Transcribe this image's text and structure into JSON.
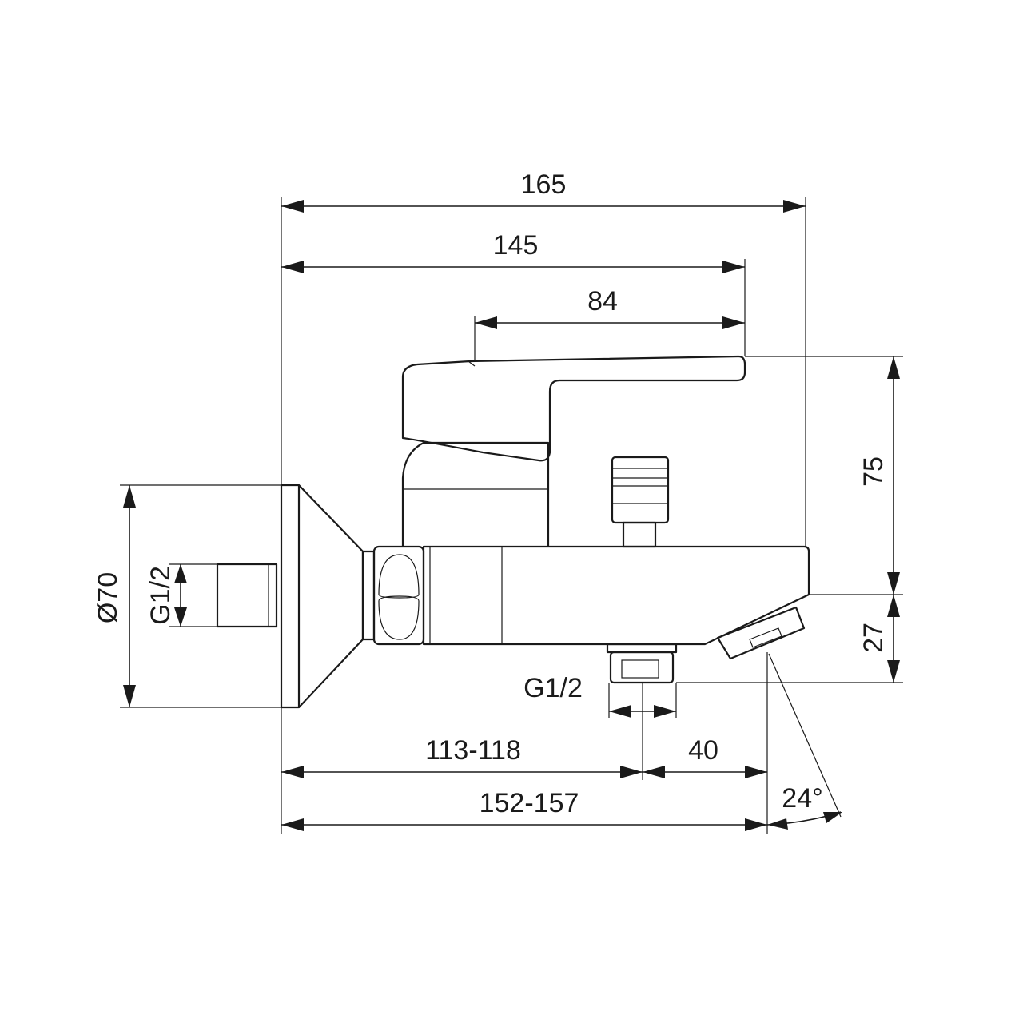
{
  "diagram": {
    "dimensions": {
      "overall_width": "165",
      "lever_reach": "145",
      "lever_length": "84",
      "height_above_axis": "75",
      "spout_drop": "27",
      "flange_diameter": "Ø70",
      "inlet_thread": "G1/2",
      "outlet_thread": "G1/2",
      "outlet_offset": "113-118",
      "outlet_to_spout": "40",
      "spout_offset": "152-157",
      "spout_angle": "24°"
    }
  }
}
